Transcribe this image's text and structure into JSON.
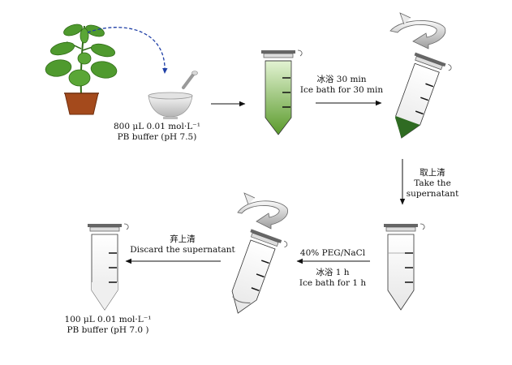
{
  "colors": {
    "leaf": "#4f9a2e",
    "leaf_edge": "#2f6b16",
    "pot": "#a44a1c",
    "arrow_blue": "#1f3fa6",
    "extract_top": "#dff1cf",
    "extract_bottom": "#5a9a2b",
    "pellet": "#2f6b22",
    "line": "#111111",
    "tube_outline": "#333333"
  },
  "icons": [
    "plant-icon",
    "mortar-pestle-icon",
    "centrifuge-tube-icon",
    "rotation-arrow-icon"
  ],
  "labels": {
    "buffer_start_line1": "800 μL 0.01 mol·L⁻¹",
    "buffer_start_line2": "PB buffer (pH 7.5)",
    "ice_bath_30_cn": "冰浴 30 min",
    "ice_bath_30_en": "Ice bath for 30 min",
    "take_super_cn": "取上清",
    "take_super_en_1": "Take the",
    "take_super_en_2": "supernatant",
    "peg_nacl": "40% PEG/NaCl",
    "ice_bath_1h_cn": "冰浴 1 h",
    "ice_bath_1h_en": "Ice bath for 1 h",
    "discard_cn": "弃上清",
    "discard_en": "Discard the supernatant",
    "buffer_end_line1": "100 μL 0.01 mol·L⁻¹",
    "buffer_end_line2": "PB buffer (pH 7.0 )"
  }
}
